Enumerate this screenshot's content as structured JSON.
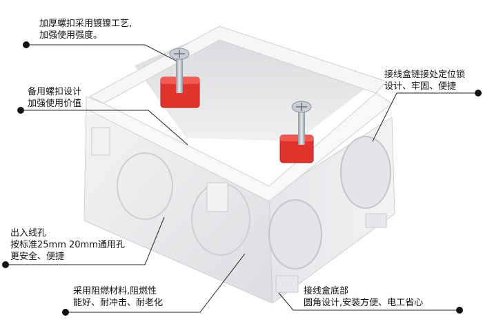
{
  "callouts": {
    "screw_top": {
      "lines": [
        "加厚螺扣采用镀镍工艺,",
        "加强使用强度。"
      ]
    },
    "spare_screw": {
      "lines": [
        "备用螺扣设计",
        "加强使用价值"
      ]
    },
    "chain_lock": {
      "lines": [
        "接线盒链接处定位锁",
        "设计、牢固、便捷"
      ]
    },
    "holes": {
      "lines": [
        "出入线孔",
        "按标准25mm 20mm通用孔",
        "更安全、便捷"
      ]
    },
    "material": {
      "lines": [
        "采用阻燃材料,阻燃性",
        "能好、耐冲击、耐老化"
      ]
    },
    "bottom": {
      "lines": [
        "接线盒底部",
        "圆角设计,安装方便、电工省心"
      ]
    }
  },
  "colors": {
    "box_body": "#eeeef0",
    "box_shadow": "#c9cacd",
    "screw_block": "#e0332b",
    "screw_metal": "#b9bec6",
    "dot": "#111111"
  }
}
